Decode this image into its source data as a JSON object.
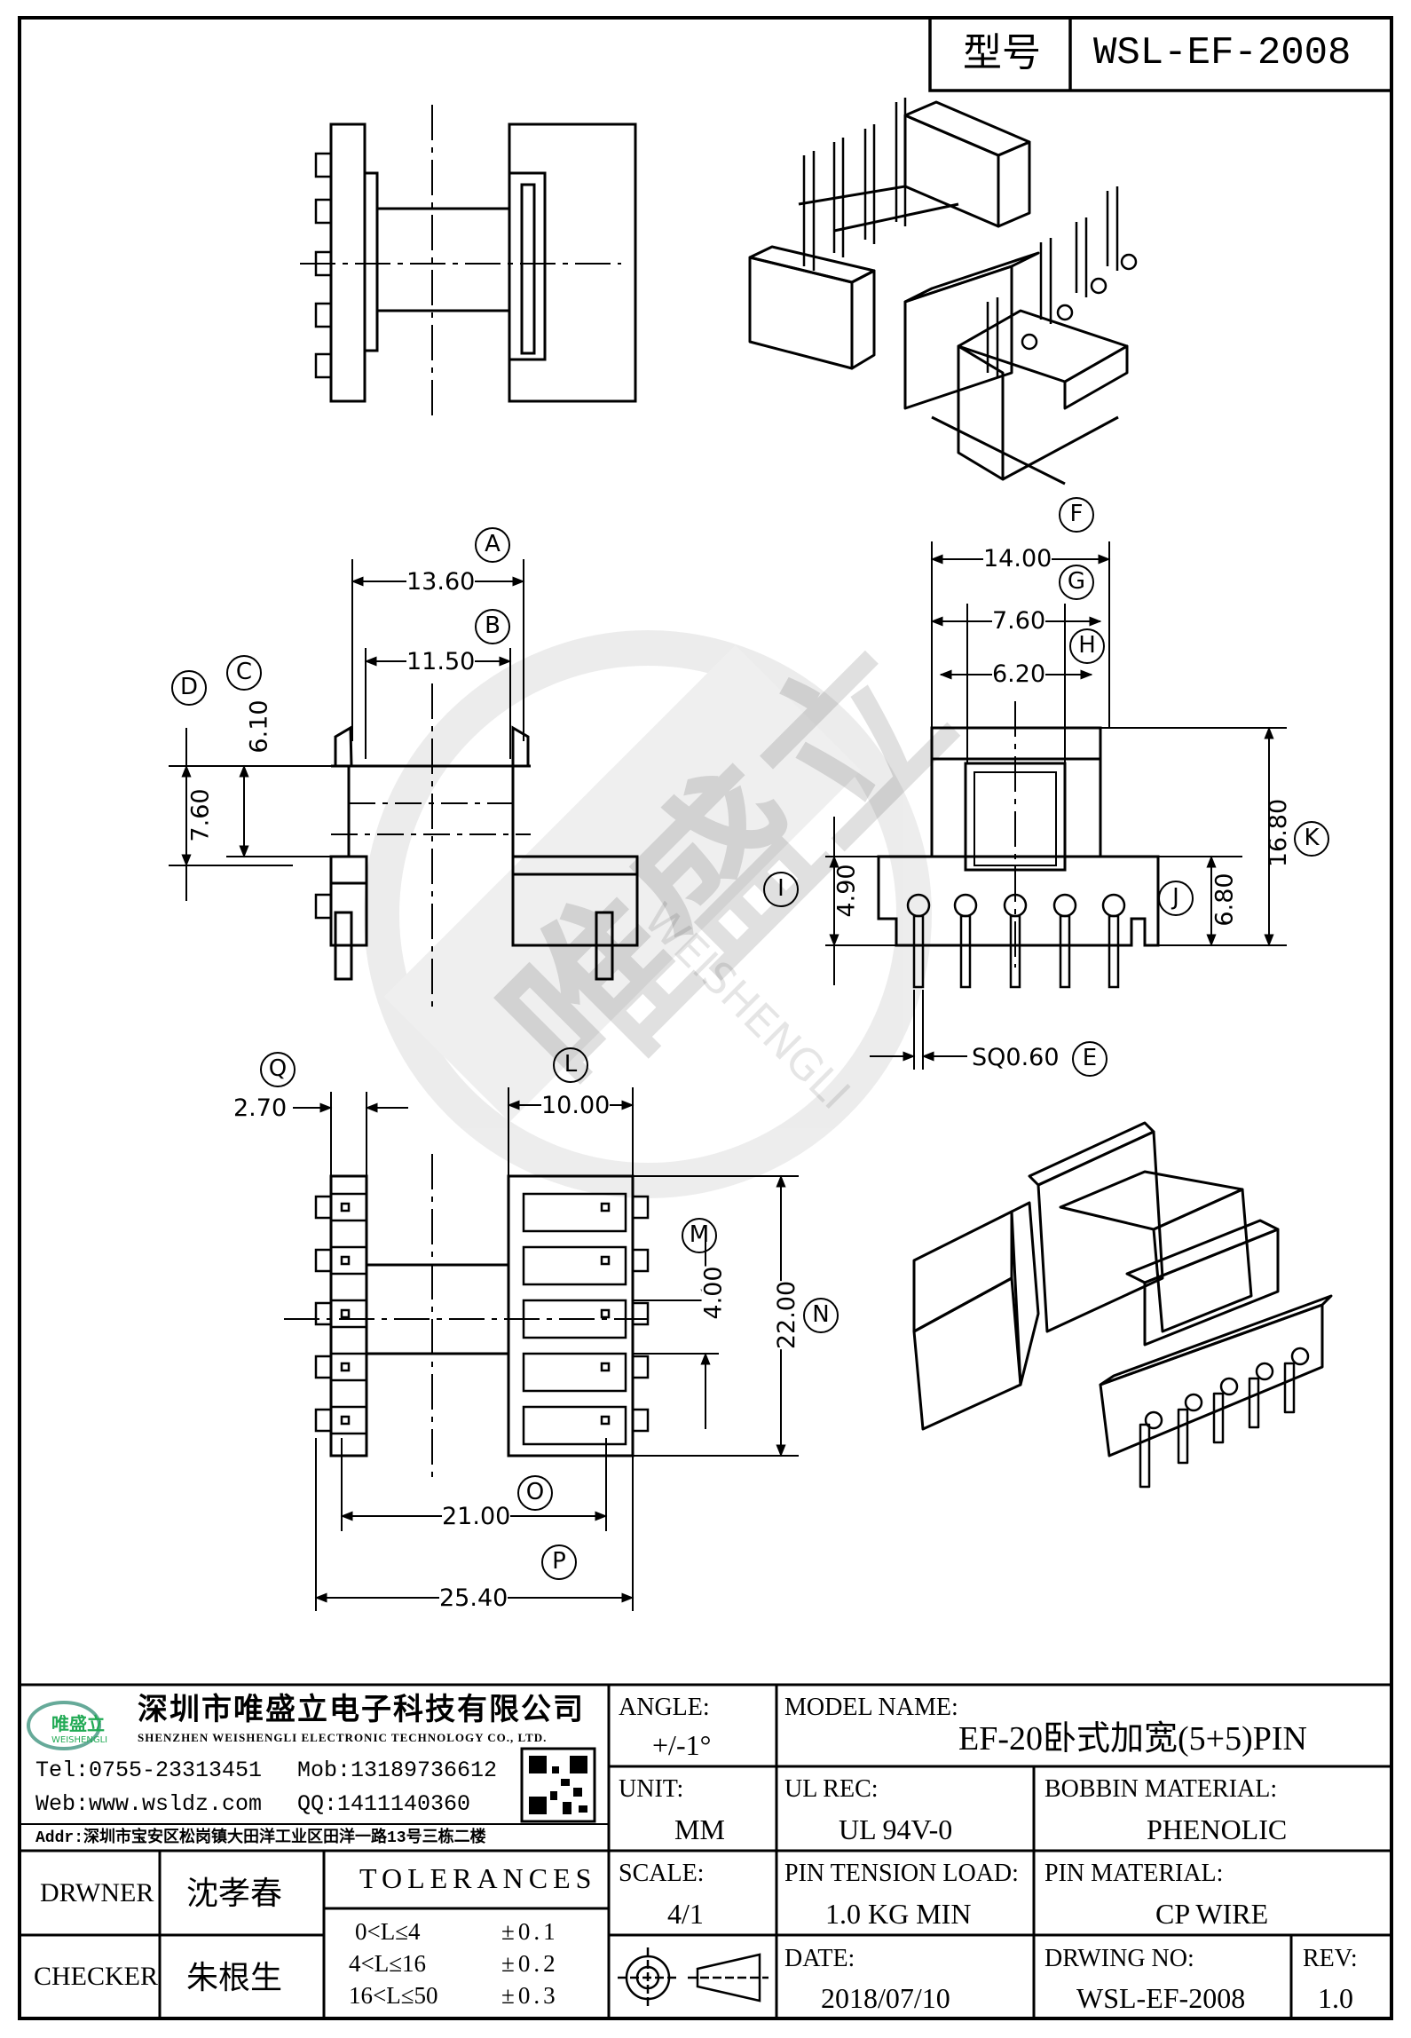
{
  "header": {
    "model_label": "型号",
    "model_no": "WSL-EF-2008"
  },
  "dimensions": {
    "A": "13.60",
    "B": "11.50",
    "C": "6.10",
    "D": "7.60",
    "F": "14.00",
    "G": "7.60",
    "H": "6.20",
    "I": "4.90",
    "J": "6.80",
    "K": "16.80",
    "E": "SQ0.60",
    "Q": "2.70",
    "L": "10.00",
    "M": "4.00",
    "N": "22.00",
    "O": "21.00",
    "P": "25.40"
  },
  "dimension_letters": [
    "A",
    "B",
    "C",
    "D",
    "E",
    "F",
    "G",
    "H",
    "I",
    "J",
    "K",
    "L",
    "M",
    "N",
    "O",
    "P",
    "Q"
  ],
  "watermark": {
    "text": "唯盛立",
    "sub": "WEISHENGLI"
  },
  "company": {
    "logo_text": "唯盛立",
    "logo_sub": "WEISHENGLI",
    "name_cn": "深圳市唯盛立电子科技有限公司",
    "name_en": "SHENZHEN WEISHENGLI ELECTRONIC TECHNOLOGY CO., LTD.",
    "tel": "Tel:0755-23313451",
    "mob": "Mob:13189736612",
    "web": "Web:www.wsldz.com",
    "qq": "QQ:1411140360",
    "addr": "Addr:深圳市宝安区松岗镇大田洋工业区田洋一路13号三栋二楼"
  },
  "title_block": {
    "angle_label": "ANGLE:",
    "angle_value": "+/-1°",
    "model_name_label": "MODEL NAME:",
    "model_name_value": "EF-20卧式加宽(5+5)PIN",
    "unit_label": "UNIT:",
    "unit_value": "MM",
    "ul_rec_label": "UL REC:",
    "ul_rec_value": "UL 94V-0",
    "bobbin_material_label": "BOBBIN MATERIAL:",
    "bobbin_material_value": "PHENOLIC",
    "scale_label": "SCALE:",
    "scale_value": "4/1",
    "pin_tension_label": "PIN TENSION LOAD:",
    "pin_tension_value": "1.0 KG MIN",
    "pin_material_label": "PIN MATERIAL:",
    "pin_material_value": "CP WIRE",
    "date_label": "DATE:",
    "date_value": "2018/07/10",
    "drawing_no_label": "DRWING NO:",
    "drawing_no_value": "WSL-EF-2008",
    "rev_label": "REV:",
    "rev_value": "1.0",
    "drawer_label": "DRWNER",
    "drawer_name": "沈孝春",
    "checker_label": "CHECKER",
    "checker_name": "朱根生",
    "tolerances_label": "TOLERANCES",
    "tolerances": [
      {
        "range": "0<L≤4",
        "value": "±0.1"
      },
      {
        "range": "4<L≤16",
        "value": "±0.2"
      },
      {
        "range": "16<L≤50",
        "value": "±0.3"
      }
    ]
  }
}
